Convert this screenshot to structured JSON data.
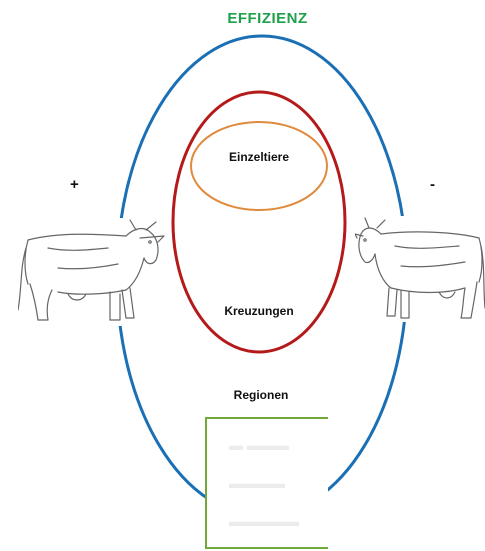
{
  "title": "EFFIZIENZ",
  "labels": {
    "inner": "Einzeltiere",
    "middle": "Kreuzungen",
    "outer": "Regionen"
  },
  "signs": {
    "left": "+",
    "right": "-"
  },
  "colors": {
    "title": "#1fa04a",
    "outer_ellipse": "#1a6fb5",
    "middle_ellipse": "#b51a1a",
    "inner_ellipse": "#e08a3c",
    "box_border": "#70a83a"
  },
  "icons": [
    "cow-left-icon",
    "cow-right-icon"
  ]
}
